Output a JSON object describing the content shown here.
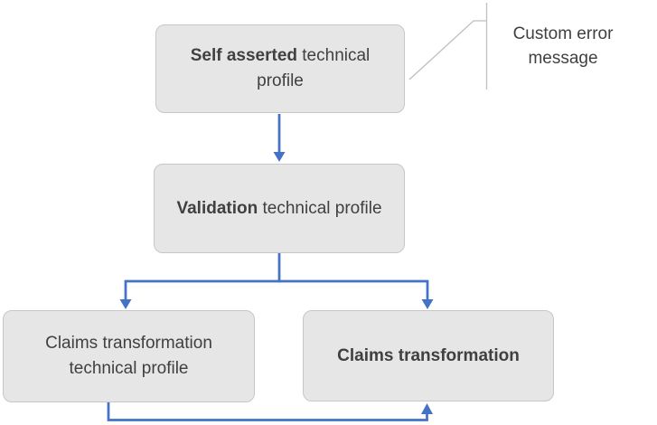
{
  "colors": {
    "accent": "#4472C4",
    "node-fill": "#E7E6E6",
    "node-border": "#C8C6C6",
    "text": "#404040",
    "callout-line": "#BFBFBF"
  },
  "nodes": {
    "self_asserted": {
      "bold": "Self asserted",
      "regular": " technical profile"
    },
    "validation": {
      "bold": "Validation",
      "regular": " technical profile"
    },
    "claims_transformation_tp": {
      "bold": "",
      "regular": "Claims transformation technical profile"
    },
    "claims_transformation": {
      "bold": "Claims transformation",
      "regular": ""
    }
  },
  "callout": {
    "text": "Custom error message"
  }
}
